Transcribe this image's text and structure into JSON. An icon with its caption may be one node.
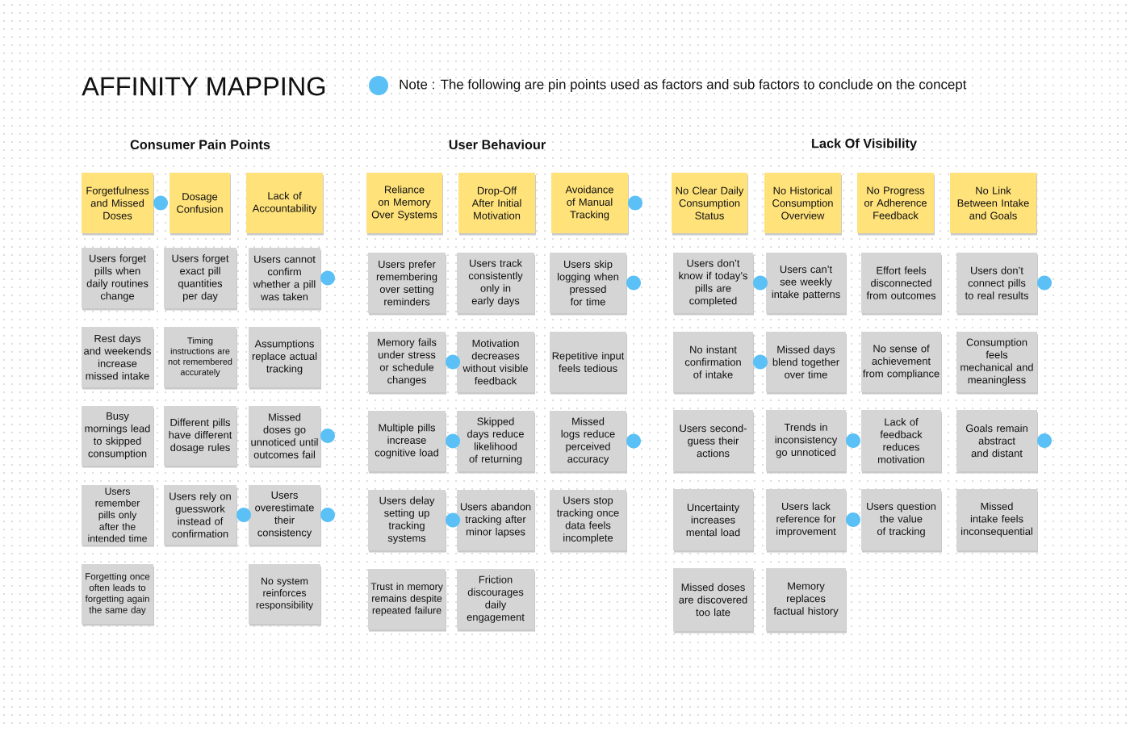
{
  "diagram": {
    "title": "AFFINITY MAPPING",
    "nodes": [
      {
        "text": [
          "Forgetfulness and Missed Doses"
        ]
      },
      {
        "text": [
          "Dosage Confusion"
        ]
      },
      {
        "text": [
          "Lack of Accountability"
        ]
      },
      {
        "text": [
          "Users forget pills when daily routines change"
        ]
      },
      {
        "text": [
          "Users forget exact pill quantities per day"
        ]
      },
      {
        "text": [
          "Users cannot confirm whether a pill was taken"
        ]
      },
      {
        "text": [
          "Rest days and weekends increase missed intake"
        ]
      },
      {
        "text": [
          "Timing instructions are not remembered accurately"
        ]
      },
      {
        "text": [
          "Assumptions replace actual tracking"
        ]
      },
      {
        "text": [
          "Busy mornings lead to skipped consumption"
        ]
      },
      {
        "text": [
          "Different pills have different dosage rules"
        ]
      },
      {
        "text": [
          "Missed doses go unnoticed until outcomes fail"
        ]
      },
      {
        "text": [
          "Users remember pills only after the intended time"
        ]
      },
      {
        "text": [
          "Users rely on guesswork instead of confirmation"
        ]
      },
      {
        "text": [
          "Users overestimate their consistency"
        ]
      },
      {
        "text": [
          "Forgetting once often leads to forgetting again the same day"
        ]
      },
      {
        "text": [
          "No system reinforces responsibility"
        ]
      },
      {
        "text": [
          "Reliance on Memory Over Systems"
        ]
      },
      {
        "text": [
          "Drop-Off After Initial Motivation"
        ]
      },
      {
        "text": [
          "Avoidance of Manual Tracking"
        ]
      },
      {
        "text": [
          "Users prefer remembering over setting reminders"
        ]
      },
      {
        "text": [
          "Users track consistently only in early days"
        ]
      },
      {
        "text": [
          "Users skip logging when pressed for time"
        ]
      },
      {
        "text": [
          "Memory fails under stress or schedule changes"
        ]
      },
      {
        "text": [
          "Motivation decreases without visible feedback"
        ]
      },
      {
        "text": [
          "Repetitive input feels tedious"
        ]
      },
      {
        "text": [
          "Multiple pills increase cognitive load"
        ]
      },
      {
        "text": [
          "Skipped days reduce likelihood of returning"
        ]
      },
      {
        "text": [
          "Missed logs reduce perceived accuracy"
        ]
      },
      {
        "text": [
          "Users delay setting up tracking systems"
        ]
      },
      {
        "text": [
          "Users abandon tracking after minor lapses"
        ]
      },
      {
        "text": [
          "Users stop tracking once data feels incomplete"
        ]
      },
      {
        "text": [
          "Trust in memory remains despite repeated failure"
        ]
      },
      {
        "text": [
          "Friction discourages daily engagement"
        ]
      },
      {
        "text": [
          "No Clear Daily Consumption Status"
        ]
      },
      {
        "text": [
          "No Historical Consumption Overview"
        ]
      },
      {
        "text": [
          "No Progress or Adherence Feedback"
        ]
      },
      {
        "text": [
          "No Link Between Intake and Goals"
        ]
      },
      {
        "text": [
          "Users don’t know if today’s pills are completed"
        ]
      },
      {
        "text": [
          "Users can’t see weekly intake patterns"
        ]
      },
      {
        "text": [
          "Effort feels disconnected from outcomes"
        ]
      },
      {
        "text": [
          "Users don’t connect pills to real results"
        ]
      },
      {
        "text": [
          "No instant confirmation of intake"
        ]
      },
      {
        "text": [
          "Missed days blend together over time"
        ]
      },
      {
        "text": [
          "No sense of achievement from compliance"
        ]
      },
      {
        "text": [
          "Consumption feels mechanical and meaningless"
        ]
      },
      {
        "text": [
          "Users second-guess their actions"
        ]
      },
      {
        "text": [
          "Trends in inconsistency go unnoticed"
        ]
      },
      {
        "text": [
          "Lack of feedback reduces motivation"
        ]
      },
      {
        "text": [
          "Goals remain abstract and distant"
        ]
      },
      {
        "text": [
          "Uncertainty increases mental load"
        ]
      },
      {
        "text": [
          "Users lack reference for improvement"
        ]
      },
      {
        "text": [
          "Users question the value of tracking"
        ]
      },
      {
        "text": [
          "Missed intake feels inconsequential"
        ]
      },
      {
        "text": [
          "Missed doses are discovered too late"
        ]
      },
      {
        "text": [
          "Memory replaces factual history"
        ]
      }
    ],
    "labels": [
      "Consumer Pain Points",
      "User Behaviour",
      "Lack Of Visibility"
    ],
    "legend": [
      {
        "text": "Note : The following are pin points used as factors and sub factors to conclude on the concept",
        "color": "#5ac0f5"
      }
    ]
  }
}
